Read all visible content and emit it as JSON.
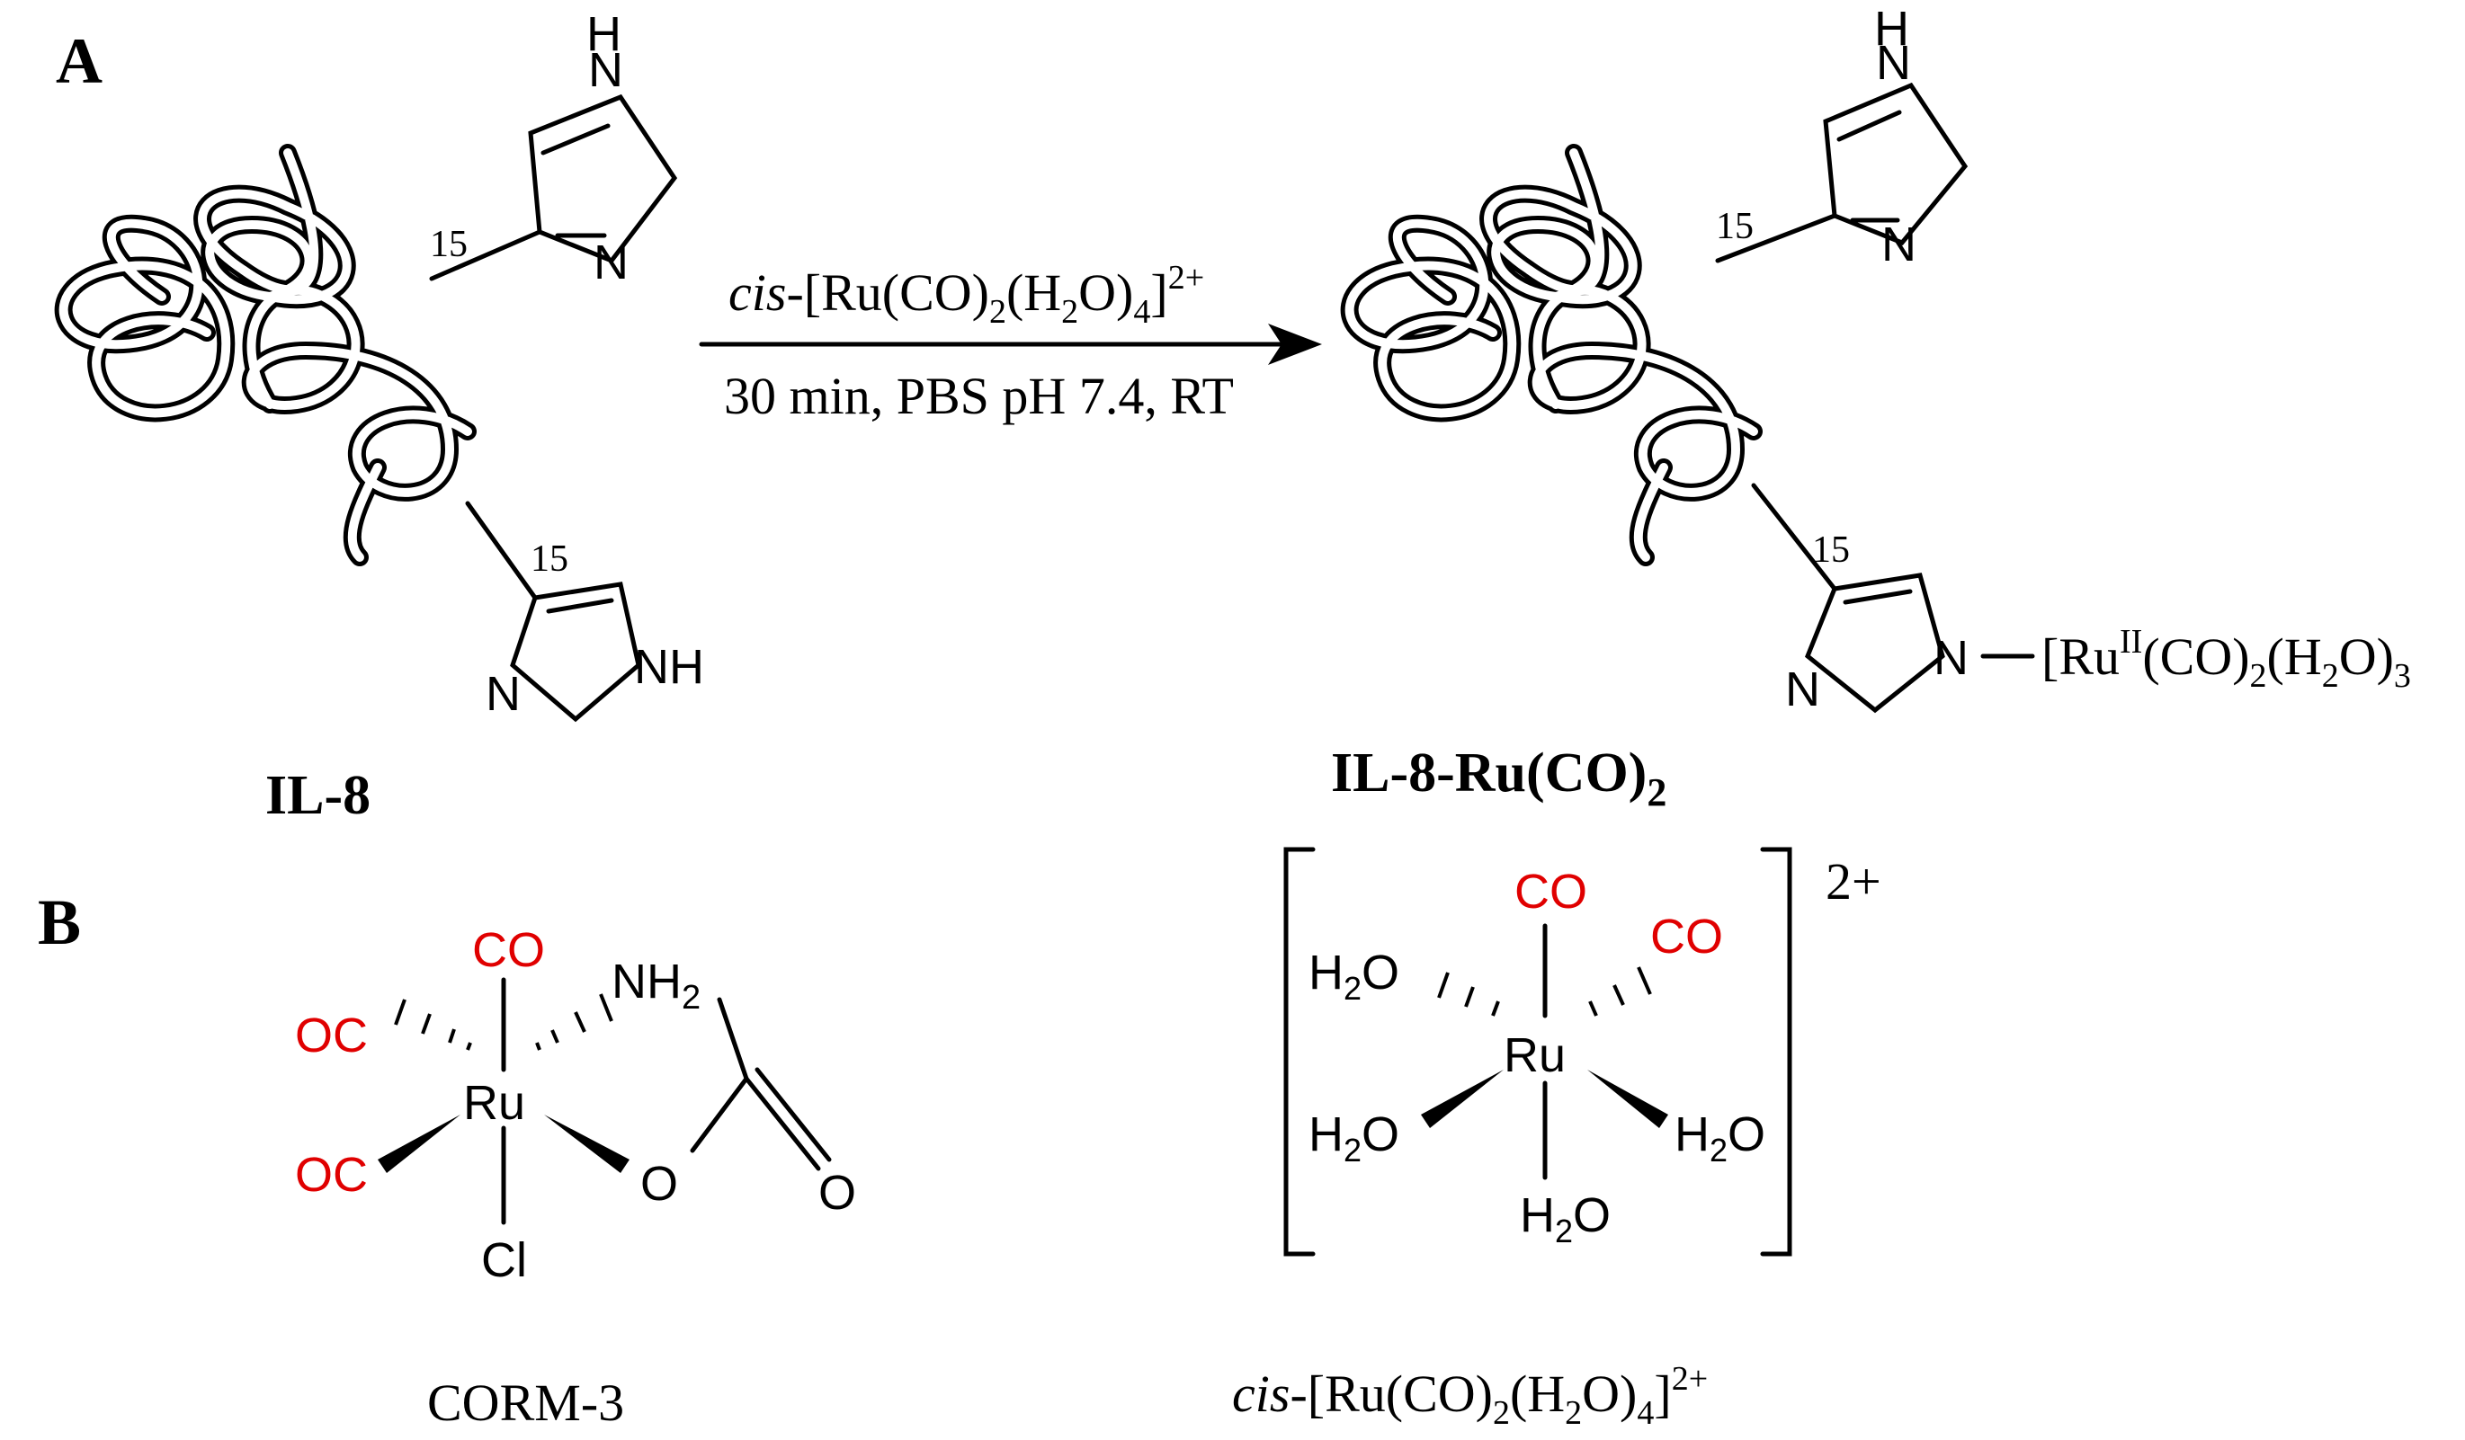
{
  "panel_labels": {
    "a": "A",
    "b": "B"
  },
  "reaction": {
    "reagent_italic": "cis",
    "reagent_rest": "-[Ru(CO)",
    "conditions": "30 min, PBS pH 7.4, RT"
  },
  "il8": {
    "name": "IL-8",
    "residue_number": "15"
  },
  "product": {
    "name": "IL-8-Ru(CO)",
    "name_sub": "2",
    "ru_label": "[Ru",
    "ru_ox": "II",
    "ru_rest": "(CO)",
    "ru_sub": "2",
    "ru_h2o": "(H",
    "ru_h2o_sub": "2",
    "ru_h2o_end": "O)",
    "ru_count": "3"
  },
  "corm3": {
    "name": "CORM-3",
    "atoms": {
      "ru": "Ru",
      "co": "CO",
      "oc": "OC",
      "nh": "NH",
      "nh_sub": "2",
      "o": "O",
      "cl": "Cl"
    }
  },
  "complex": {
    "charge": "2+",
    "atoms": {
      "ru": "Ru",
      "co": "CO",
      "h": "H",
      "h_sub": "2",
      "o": "O"
    },
    "name_italic": "cis",
    "name_rest": "-[Ru(CO)"
  },
  "imidazole": {
    "nh": "NH",
    "n": "N",
    "h": "H"
  },
  "colors": {
    "carbonyl": "#e00000",
    "ink": "#000000"
  }
}
